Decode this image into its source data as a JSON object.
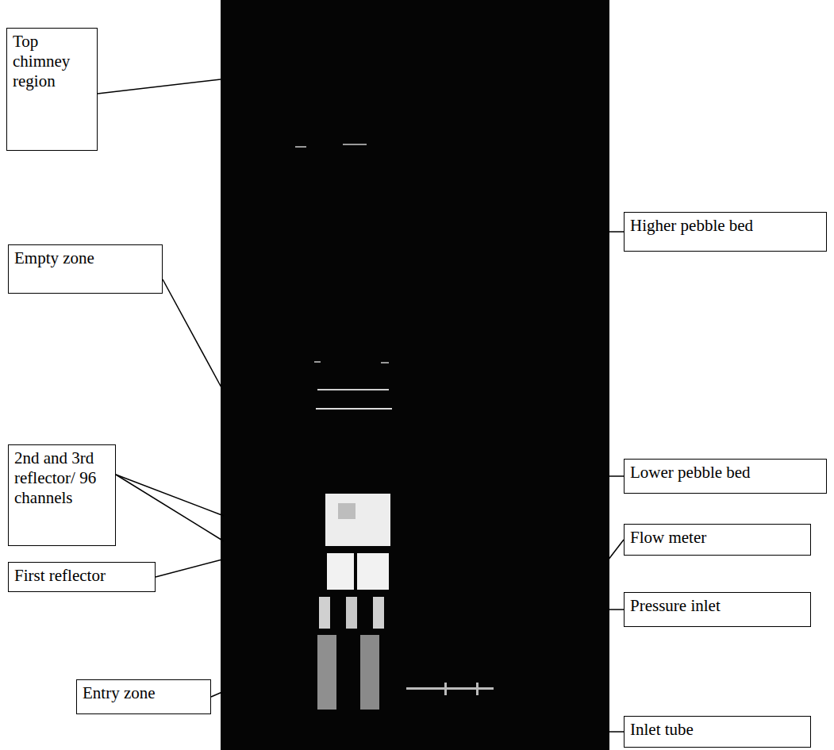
{
  "diagram": {
    "nodes": [
      {
        "text": [
          "Top chimney region"
        ]
      },
      {
        "text": [
          "Higher pebble bed"
        ]
      },
      {
        "text": [
          "Empty zone"
        ]
      },
      {
        "text": [
          "2nd and 3rd reflector/ 96 channels"
        ]
      },
      {
        "text": [
          "Lower pebble bed"
        ]
      },
      {
        "text": [
          "Flow meter"
        ]
      },
      {
        "text": [
          "First reflector"
        ]
      },
      {
        "text": [
          "Pressure inlet"
        ]
      },
      {
        "text": [
          "Entry zone"
        ]
      },
      {
        "text": [
          "Inlet tube"
        ]
      }
    ]
  }
}
